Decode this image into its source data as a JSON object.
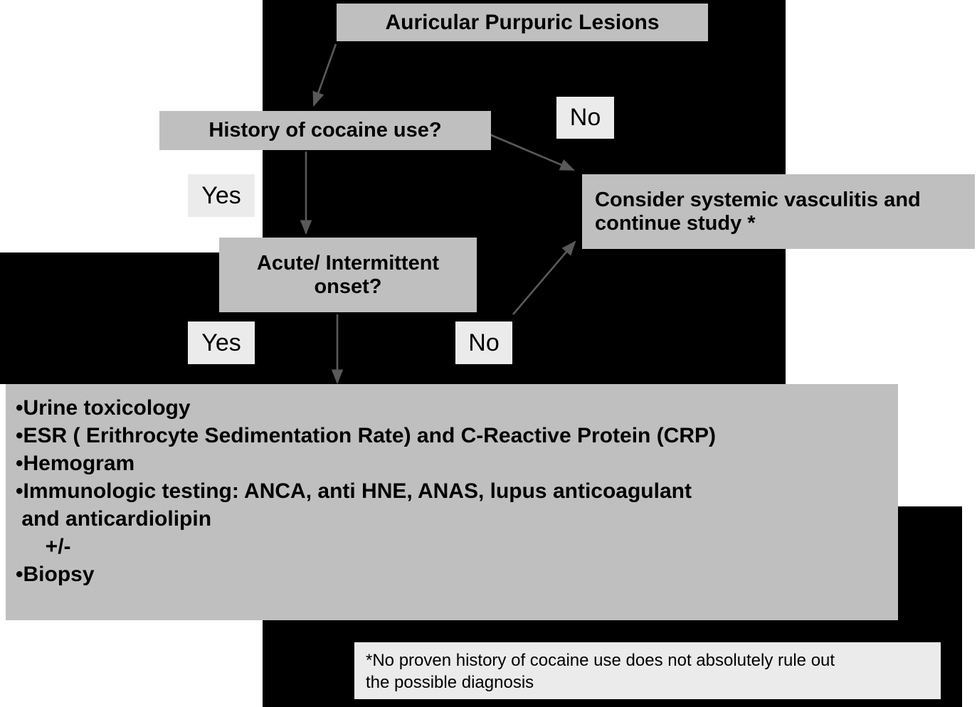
{
  "diagram": {
    "title_node": "Auricular Purpuric Lesions",
    "decision_1": "History of cocaine use?",
    "decision_2": "Acute/ Intermittent onset?",
    "outcome_vasculitis": "Consider systemic vasculitis and continue study *",
    "edge_labels": {
      "no_top": "No",
      "yes_top": "Yes",
      "yes_bottom": "Yes",
      "no_bottom": "No"
    },
    "workup_lines": [
      "•Urine toxicology",
      "•ESR ( Erithrocyte Sedimentation Rate) and C-Reactive Protein (CRP)",
      "•Hemogram",
      "•Immunologic testing: ANCA, anti HNE, ANAS, lupus anticoagulant",
      " and anticardiolipin",
      "     +/-",
      "•Biopsy"
    ],
    "footnote_lines": [
      "*No proven history of cocaine use does not absolutely rule out",
      "the possible diagnosis"
    ],
    "colors": {
      "node_fill": "#bfbfbf",
      "label_fill": "#ebebeb",
      "backdrop": "#000000",
      "edge_stroke": "#595959",
      "text": "#000000"
    }
  }
}
